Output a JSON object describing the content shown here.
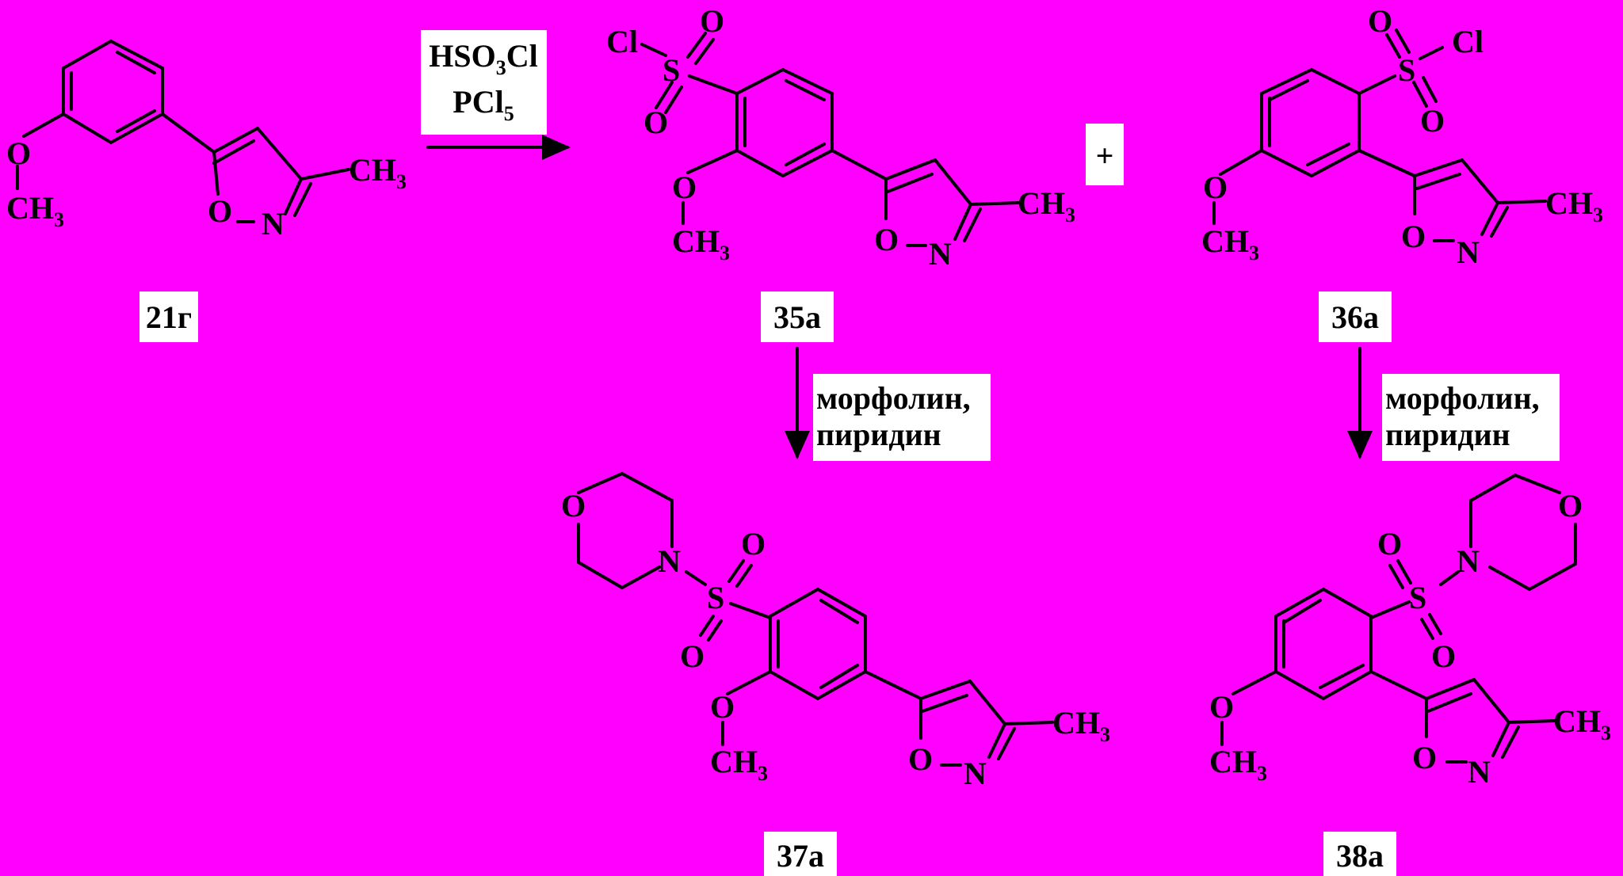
{
  "compounds": [
    {
      "id": "21г"
    },
    {
      "id": "35а"
    },
    {
      "id": "36а"
    },
    {
      "id": "37а"
    },
    {
      "id": "38а"
    }
  ],
  "reagents": {
    "step1": {
      "line1": "HSO",
      "line1_sub": "3",
      "line1_tail": "Cl",
      "line2": "PCl",
      "line2_sub": "5"
    },
    "step2": {
      "line1": "морфолин,",
      "line2": "пиридин"
    },
    "step3": {
      "line1": "морфолин,",
      "line2": "пиридин"
    }
  },
  "plus": "+",
  "atoms": {
    "O": "O",
    "N": "N",
    "S": "S",
    "Cl": "Cl",
    "C": "C",
    "H": "H",
    "sub3": "3"
  }
}
